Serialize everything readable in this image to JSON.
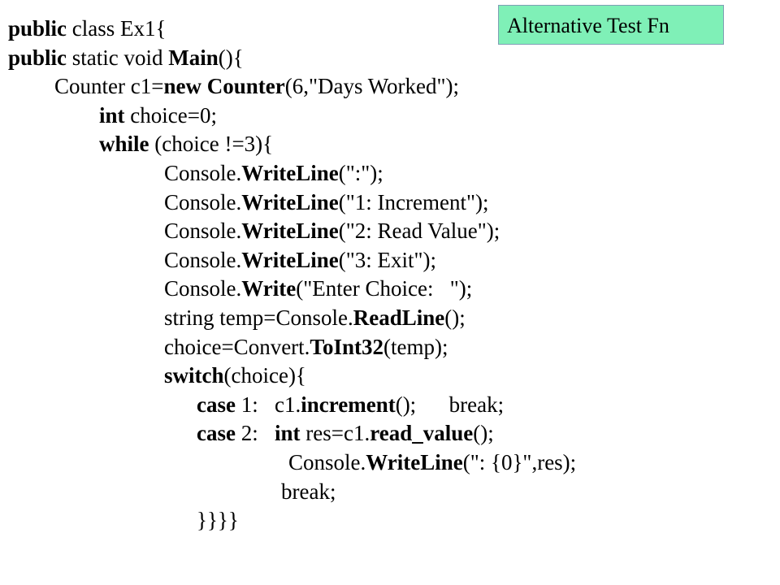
{
  "callout": {
    "label": "Alternative Test Fn"
  },
  "code": [
    {
      "indent": 0,
      "segments": [
        {
          "t": "public",
          "b": true
        },
        {
          "t": " class Ex1{",
          "b": false
        }
      ]
    },
    {
      "indent": 0,
      "segments": [
        {
          "t": "public",
          "b": true
        },
        {
          "t": " static void ",
          "b": false
        },
        {
          "t": "Main",
          "b": true
        },
        {
          "t": "(){",
          "b": false
        }
      ]
    },
    {
      "indent": 1,
      "segments": [
        {
          "t": "Counter c1=",
          "b": false
        },
        {
          "t": "new Counter",
          "b": true
        },
        {
          "t": "(6,\"Days Worked\");",
          "b": false
        }
      ]
    },
    {
      "indent": 2,
      "segments": [
        {
          "t": "int",
          "b": true
        },
        {
          "t": " choice=0;",
          "b": false
        }
      ]
    },
    {
      "indent": 2,
      "segments": [
        {
          "t": "while",
          "b": true
        },
        {
          "t": " (choice !=3){",
          "b": false
        }
      ]
    },
    {
      "indent": 3,
      "segments": [
        {
          "t": "Console.",
          "b": false
        },
        {
          "t": "WriteLine",
          "b": true
        },
        {
          "t": "(\":\");",
          "b": false
        }
      ]
    },
    {
      "indent": 3,
      "segments": [
        {
          "t": "Console.",
          "b": false
        },
        {
          "t": "WriteLine",
          "b": true
        },
        {
          "t": "(\"1: Increment\");",
          "b": false
        }
      ]
    },
    {
      "indent": 3,
      "segments": [
        {
          "t": "Console.",
          "b": false
        },
        {
          "t": "WriteLine",
          "b": true
        },
        {
          "t": "(\"2: Read Value\");",
          "b": false
        }
      ]
    },
    {
      "indent": 3,
      "segments": [
        {
          "t": "Console.",
          "b": false
        },
        {
          "t": "WriteLine",
          "b": true
        },
        {
          "t": "(\"3: Exit\");",
          "b": false
        }
      ]
    },
    {
      "indent": 3,
      "segments": [
        {
          "t": "Console.",
          "b": false
        },
        {
          "t": "Write",
          "b": true
        },
        {
          "t": "(\"Enter Choice:   \");",
          "b": false
        }
      ]
    },
    {
      "indent": 3,
      "segments": [
        {
          "t": "string temp=Console.",
          "b": false
        },
        {
          "t": "ReadLine",
          "b": true
        },
        {
          "t": "();",
          "b": false
        }
      ]
    },
    {
      "indent": 3,
      "segments": [
        {
          "t": "choice=Convert.",
          "b": false
        },
        {
          "t": "ToInt32",
          "b": true
        },
        {
          "t": "(temp);",
          "b": false
        }
      ]
    },
    {
      "indent": 3,
      "segments": [
        {
          "t": "switch",
          "b": true
        },
        {
          "t": "(choice){",
          "b": false
        }
      ]
    },
    {
      "indent": 4,
      "segments": [
        {
          "t": "case",
          "b": true
        },
        {
          "t": " 1:   c1.",
          "b": false
        },
        {
          "t": "increment",
          "b": true
        },
        {
          "t": "();      break;",
          "b": false
        }
      ]
    },
    {
      "indent": 4,
      "segments": [
        {
          "t": "case",
          "b": true
        },
        {
          "t": " 2:   ",
          "b": false
        },
        {
          "t": "int",
          "b": true
        },
        {
          "t": " res=c1.",
          "b": false
        },
        {
          "t": "read_value",
          "b": true
        },
        {
          "t": "();",
          "b": false
        }
      ]
    },
    {
      "indent": 5,
      "segments": [
        {
          "t": "Console.",
          "b": false
        },
        {
          "t": "WriteLine",
          "b": true
        },
        {
          "t": "(\": {0}\",res);",
          "b": false
        }
      ]
    },
    {
      "indent": 6,
      "segments": [
        {
          "t": "break;",
          "b": false
        }
      ]
    },
    {
      "indent": 4,
      "segments": [
        {
          "t": "}}}}",
          "b": false
        }
      ]
    }
  ]
}
